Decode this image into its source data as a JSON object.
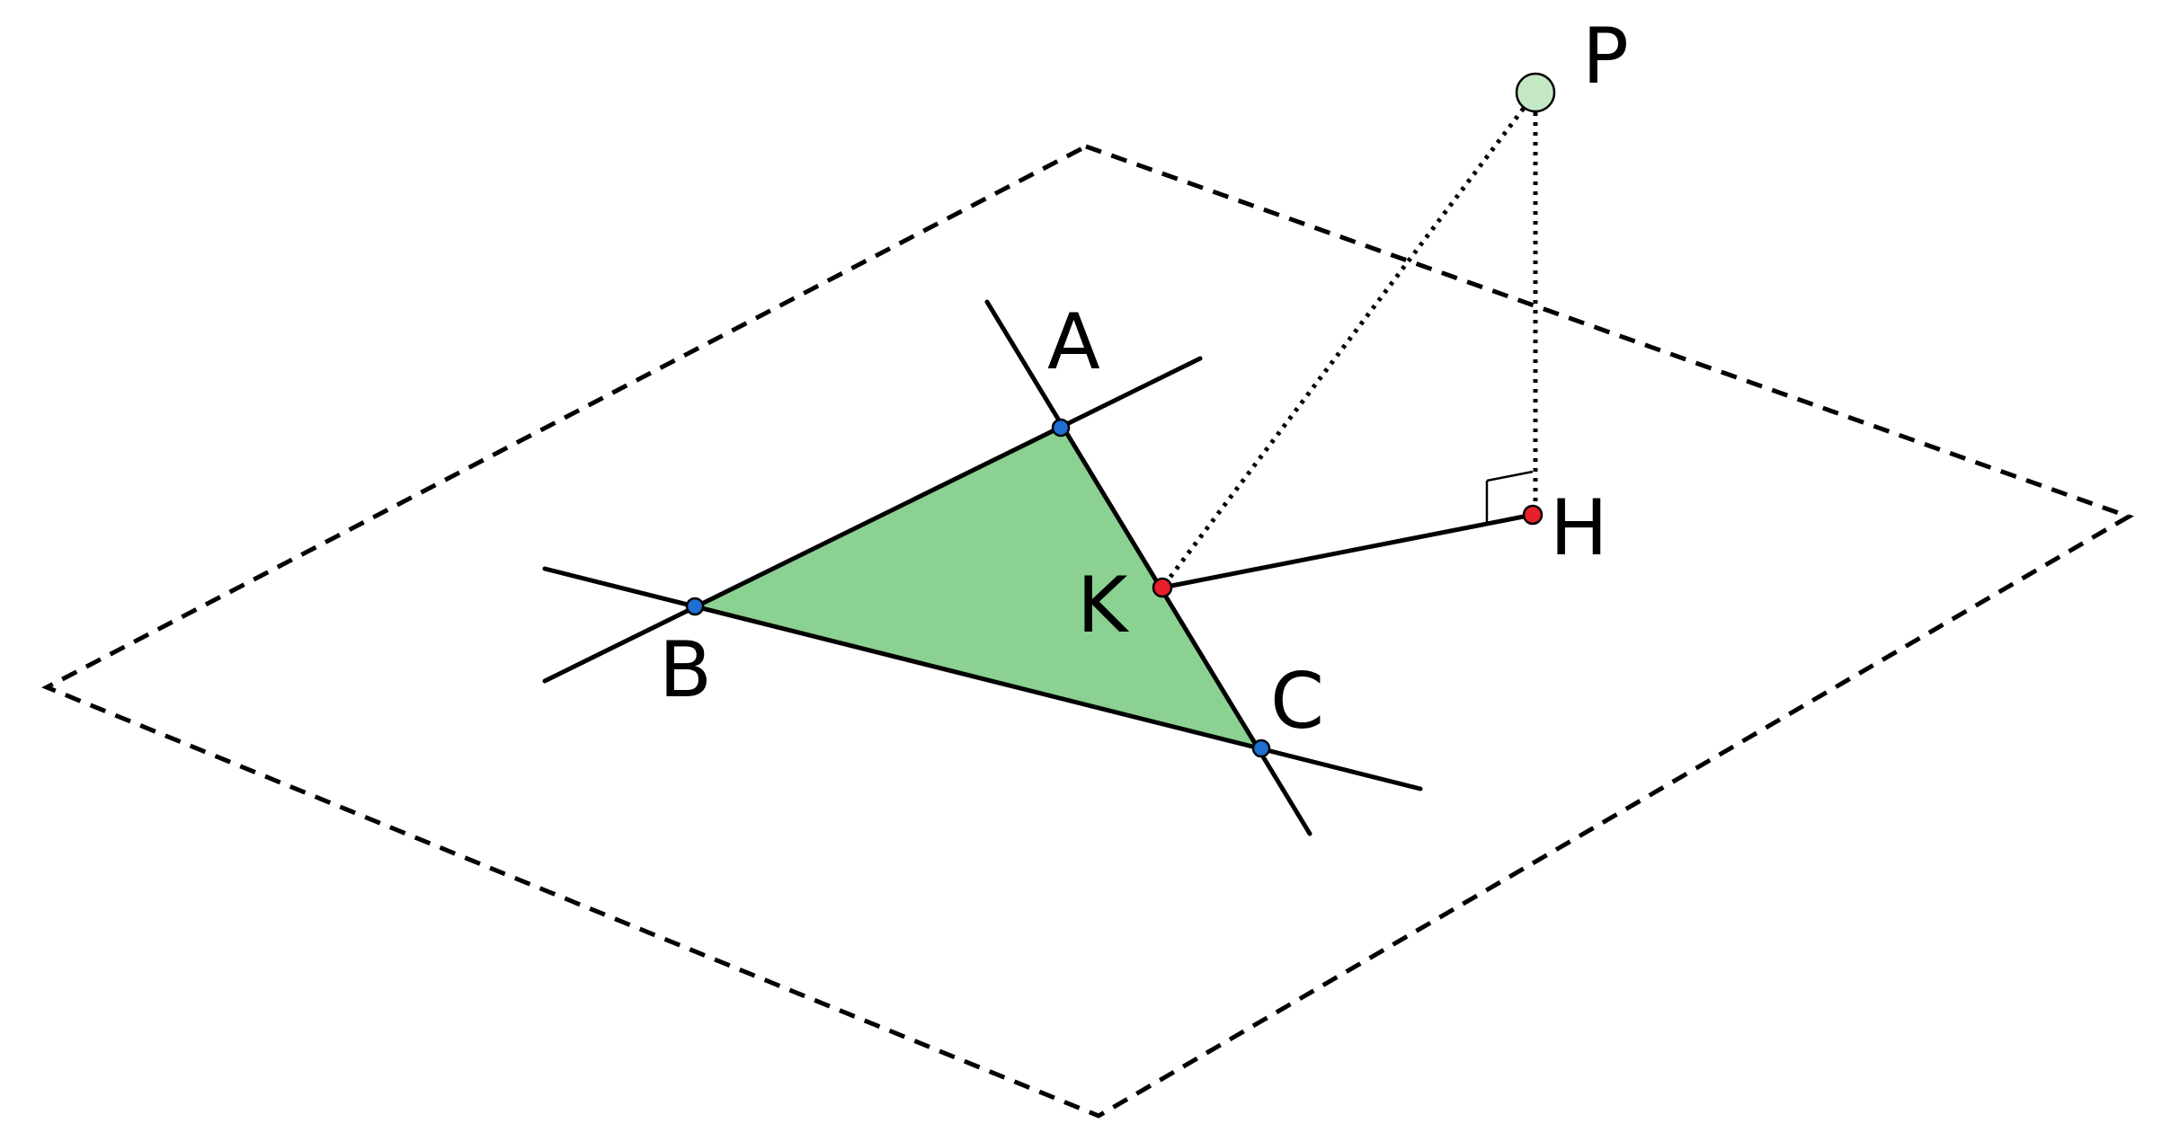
{
  "figure": {
    "colors": {
      "triangle_fill": "#8bd191",
      "point_blue": "#1f6fd1",
      "point_red": "#e8202a",
      "point_p_fill": "#c4e8c4",
      "stroke": "#000000"
    },
    "labels": {
      "P": "P",
      "A": "A",
      "B": "B",
      "C": "C",
      "K": "K",
      "H": "H"
    }
  }
}
